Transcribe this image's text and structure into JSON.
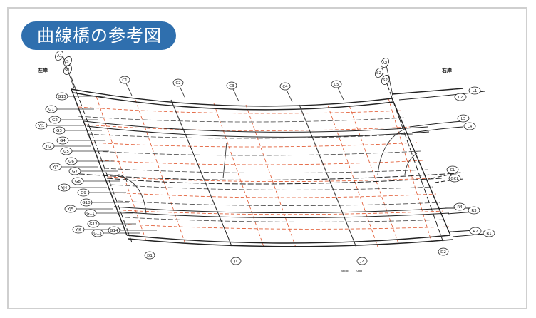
{
  "title": "曲線橋の参考図",
  "drawing": {
    "left_bank": "左岸",
    "right_bank": "右岸",
    "top_left_labels": [
      "A1",
      "S",
      "S1"
    ],
    "top_right_labels": [
      "A2",
      "S2",
      "S2"
    ],
    "c_labels": [
      "C1",
      "C2",
      "C3",
      "C4",
      "C5"
    ],
    "left_labels": [
      "G15",
      "G1",
      "G2",
      "YJ1",
      "G3",
      "G4",
      "YJ2",
      "G5",
      "YJ3",
      "G6",
      "G7",
      "G8",
      "YJ4",
      "G9",
      "G10",
      "YJ5",
      "G11",
      "G12",
      "YJ6",
      "G13",
      "G14"
    ],
    "right_labels": [
      "L1",
      "L2",
      "L3",
      "L4",
      "CL",
      "GCL",
      "R4",
      "R3",
      "R2",
      "R1"
    ],
    "bottom_labels": [
      "D1",
      "J1",
      "J2",
      "D2"
    ],
    "scale_text": "Ms= 1 : 500"
  }
}
